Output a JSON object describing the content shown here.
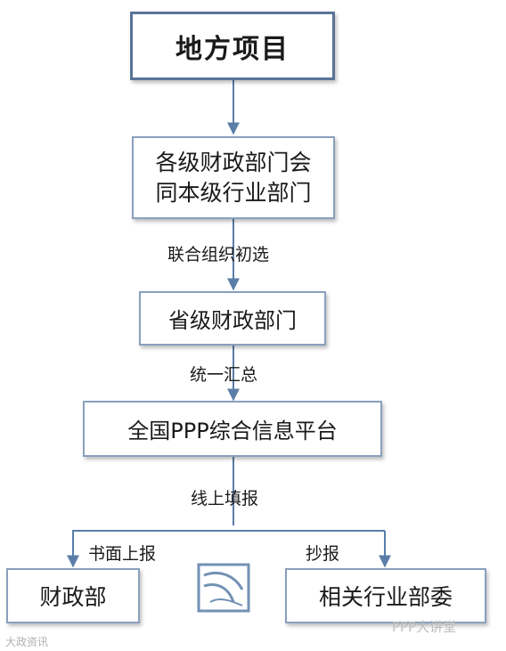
{
  "nodes": {
    "local_project": "地方项目",
    "finance_line1": "各级财政部门会",
    "finance_line2": "同本级行业部门",
    "provincial": "省级财政部门",
    "platform": "全国PPP综合信息平台",
    "mof": "财政部",
    "related": "相关行业部委"
  },
  "edge_labels": {
    "initial_screening": "联合组织初选",
    "summarize": "统一汇总",
    "online_fill": "线上填报",
    "written_report": "书面上报",
    "copy_report": "抄报"
  },
  "watermarks": {
    "left": "大政资讯",
    "right": "PPP大讲堂"
  },
  "colors": {
    "box_border": "#5a7498",
    "arrow": "#5a7ea8"
  }
}
